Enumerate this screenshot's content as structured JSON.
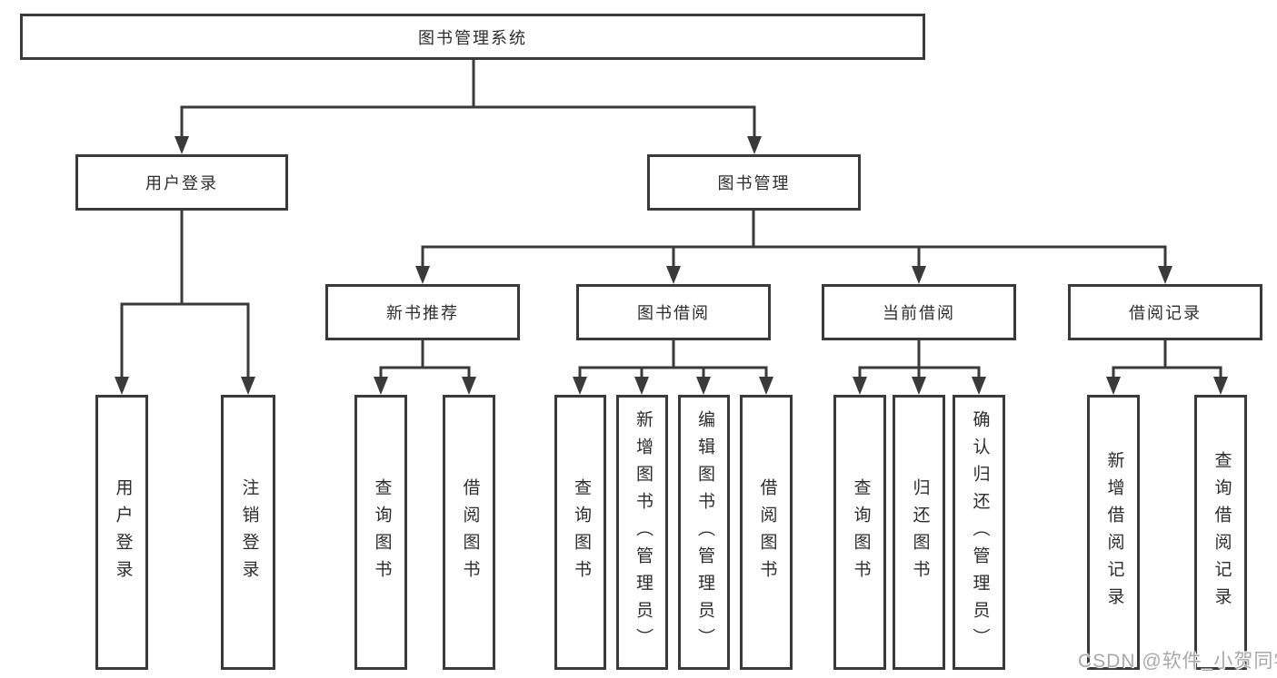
{
  "diagram": {
    "root": {
      "label": "图书管理系统"
    },
    "level1": [
      {
        "label": "用户登录",
        "children": [
          {
            "label": "用户登录"
          },
          {
            "label": "注销登录"
          }
        ]
      },
      {
        "label": "图书管理",
        "children": [
          {
            "label": "新书推荐",
            "children": [
              {
                "label": "查询图书"
              },
              {
                "label": "借阅图书"
              }
            ]
          },
          {
            "label": "图书借阅",
            "children": [
              {
                "label": "查询图书"
              },
              {
                "label": "新增图书（管理员）"
              },
              {
                "label": "编辑图书（管理员）"
              },
              {
                "label": "借阅图书"
              }
            ]
          },
          {
            "label": "当前借阅",
            "children": [
              {
                "label": "查询图书"
              },
              {
                "label": "归还图书"
              },
              {
                "label": "确认归还（管理员）"
              }
            ]
          },
          {
            "label": "借阅记录",
            "children": [
              {
                "label": "新增借阅记录"
              },
              {
                "label": "查询借阅记录"
              }
            ]
          }
        ]
      }
    ],
    "colors": {
      "line": "#3a3a3a",
      "box_border": "#3a3a3a",
      "text": "#2d2d2d",
      "background": "#ffffff",
      "watermark": "#a8a8a8"
    },
    "watermark": "CSDN @软件_小贺同学"
  }
}
